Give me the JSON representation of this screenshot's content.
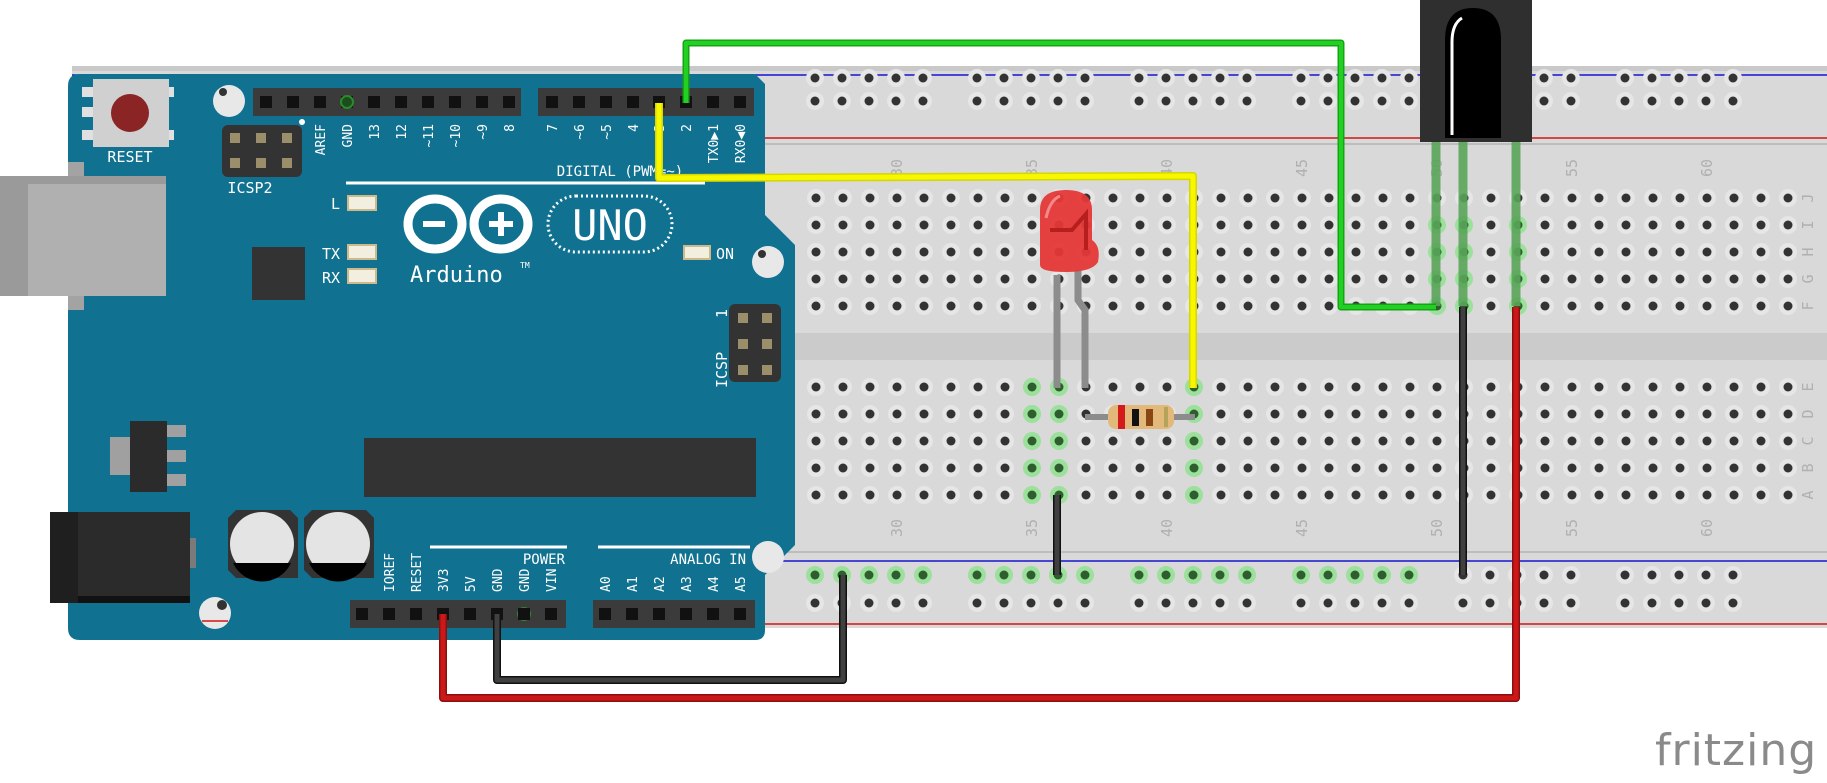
{
  "app": {
    "watermark": "fritzing"
  },
  "colors": {
    "board": "#107290",
    "breadboard": "#d9d9d9",
    "rail_blue": "#1515d0",
    "rail_red": "#d01515",
    "wire_green": "#1fc41f",
    "wire_yellow": "#f2f200",
    "wire_red": "#c41414",
    "wire_black": "#3a3a3a",
    "led_red": "#e53838"
  },
  "arduino": {
    "logo_text": "Arduino",
    "tm": "TM",
    "model": "UNO",
    "reset_label": "RESET",
    "icsp2_label": "ICSP2",
    "icsp_label": "ICSP",
    "icsp_pin1": "1",
    "led_labels": {
      "l": "L",
      "tx": "TX",
      "rx": "RX",
      "on": "ON"
    },
    "digital_section_label": "DIGITAL (PWM=~)",
    "digital_pins_left": [
      "AREF",
      "GND",
      "13",
      "12",
      "~11",
      "~10",
      "~9",
      "8"
    ],
    "digital_pins_right": [
      "7",
      "~6",
      "~5",
      "4",
      "~3",
      "2",
      "TX0▶1",
      "RX0◀0"
    ],
    "power_section_label": "POWER",
    "power_pins": [
      "IOREF",
      "RESET",
      "3V3",
      "5V",
      "GND",
      "GND",
      "VIN"
    ],
    "analog_section_label": "ANALOG IN",
    "analog_pins": [
      "A0",
      "A1",
      "A2",
      "A3",
      "A4",
      "A5"
    ]
  },
  "breadboard": {
    "column_labels_top": [
      "30",
      "35",
      "40",
      "45",
      "50",
      "55",
      "60"
    ],
    "column_labels_bottom": [
      "30",
      "35",
      "40",
      "45",
      "50",
      "55",
      "60"
    ],
    "row_labels_top": [
      "J",
      "I",
      "H",
      "G",
      "F"
    ],
    "row_labels_bottom": [
      "E",
      "D",
      "C",
      "B",
      "A"
    ]
  },
  "components": {
    "led": {
      "name": "Red LED",
      "color": "red"
    },
    "resistor": {
      "name": "Resistor",
      "bands": [
        "red",
        "black",
        "brown",
        "gold"
      ]
    },
    "ir_receiver": {
      "name": "IR receiver"
    }
  },
  "wires": [
    {
      "name": "green-signal-wire",
      "color": "green",
      "from": "D2",
      "to": "IR receiver OUT"
    },
    {
      "name": "yellow-led-wire",
      "color": "yellow",
      "from": "D3",
      "to": "resistor"
    },
    {
      "name": "red-power-wire",
      "color": "red",
      "from": "3V3",
      "to": "IR receiver VCC"
    },
    {
      "name": "black-ground-wire",
      "color": "black",
      "from": "GND",
      "to": "ground rail"
    }
  ]
}
